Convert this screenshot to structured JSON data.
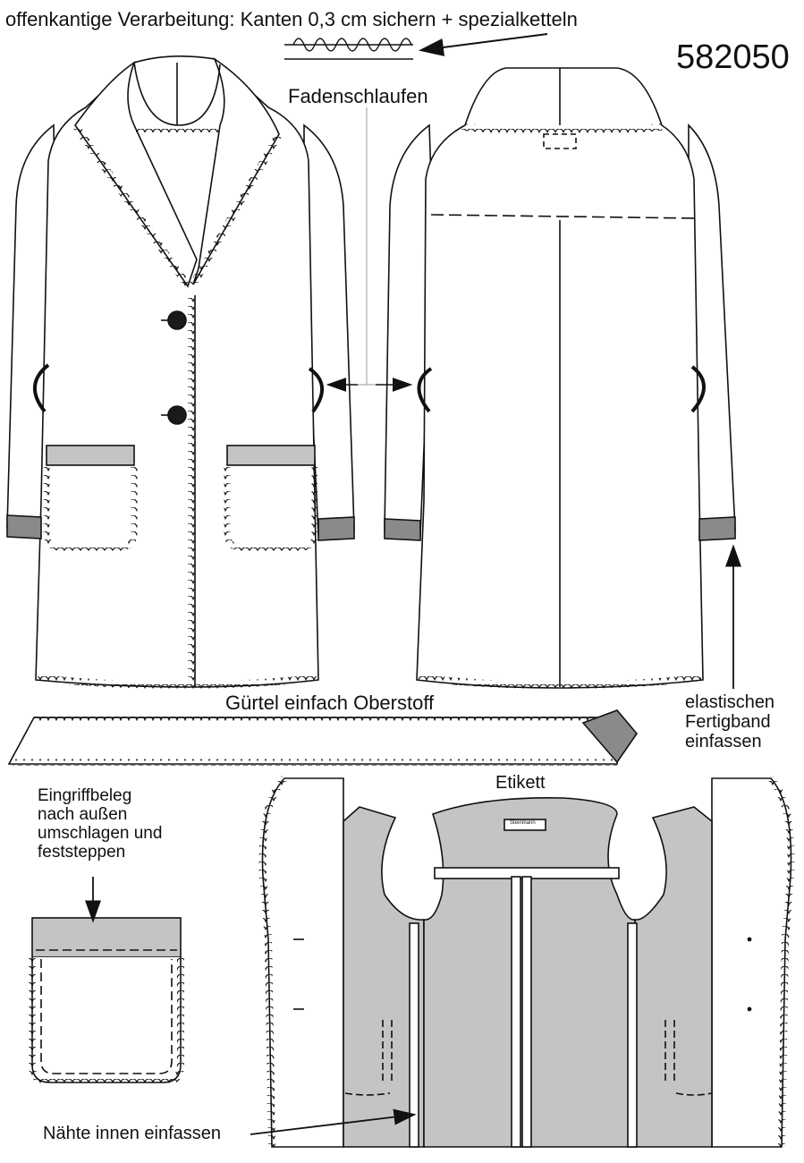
{
  "header": {
    "finishing_note": "offenkantige Verarbeitung: Kanten 0,3 cm sichern + spezialketteln",
    "article_number": "582050"
  },
  "labels": {
    "thread_loops": "Fadenschlaufen",
    "belt": "Gürtel einfach Oberstoff",
    "elastic_band": "elastischen\nFertigband\neinfassen",
    "label_tag": "Etikett",
    "pocket_facing": "Eingriffbeleg\n nach außen\numschlagen und\nfeststeppen",
    "inner_seams": "Nähte innen einfassen",
    "brand_tag": "Steinmann"
  },
  "colors": {
    "outline": "#111111",
    "lining_gray": "#c4c4c4",
    "cuff_gray": "#8a8a8a",
    "button": "#1a1a1a"
  }
}
